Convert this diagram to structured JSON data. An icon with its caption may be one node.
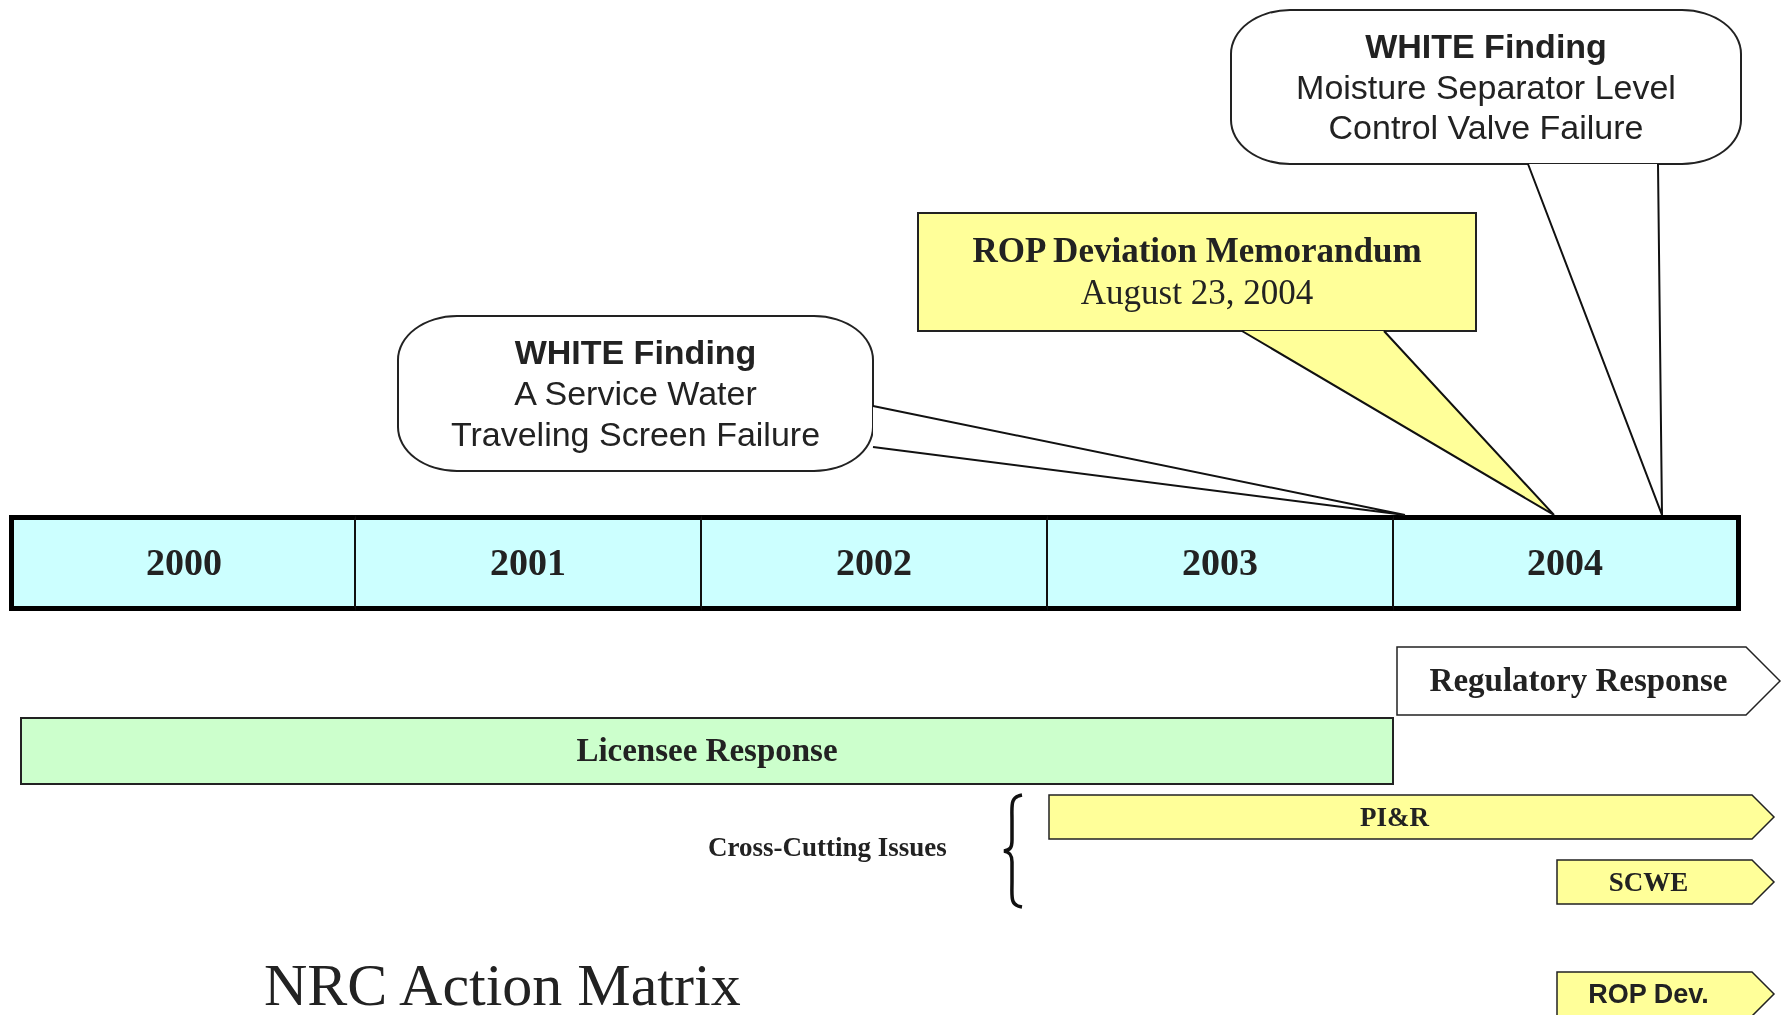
{
  "diagram": {
    "nodes": [
      {
        "text": [
          "WHITE Finding",
          "Moisture Separator Level Control Valve Failure"
        ]
      },
      {
        "text": [
          "ROP Deviation Memorandum",
          "August 23, 2004"
        ]
      },
      {
        "text": [
          "WHITE Finding",
          "A Service Water Traveling Screen Failure"
        ]
      },
      {
        "text": [
          "2000"
        ]
      },
      {
        "text": [
          "2001"
        ]
      },
      {
        "text": [
          "2002"
        ]
      },
      {
        "text": [
          "2003"
        ]
      },
      {
        "text": [
          "2004"
        ]
      },
      {
        "text": [
          "Regulatory Response"
        ]
      },
      {
        "text": [
          "Licensee Response"
        ]
      },
      {
        "text": [
          "PI&R"
        ]
      },
      {
        "text": [
          "SCWE"
        ]
      },
      {
        "text": [
          "ROP Dev."
        ]
      }
    ],
    "edges": [
      {
        "from": 0,
        "to": 7,
        "arrow": "none"
      },
      {
        "from": 1,
        "to": 7,
        "arrow": "none"
      },
      {
        "from": 2,
        "to": 7,
        "arrow": "none"
      }
    ],
    "labels": [
      "Cross-Cutting Issues",
      "NRC Action Matrix"
    ]
  }
}
